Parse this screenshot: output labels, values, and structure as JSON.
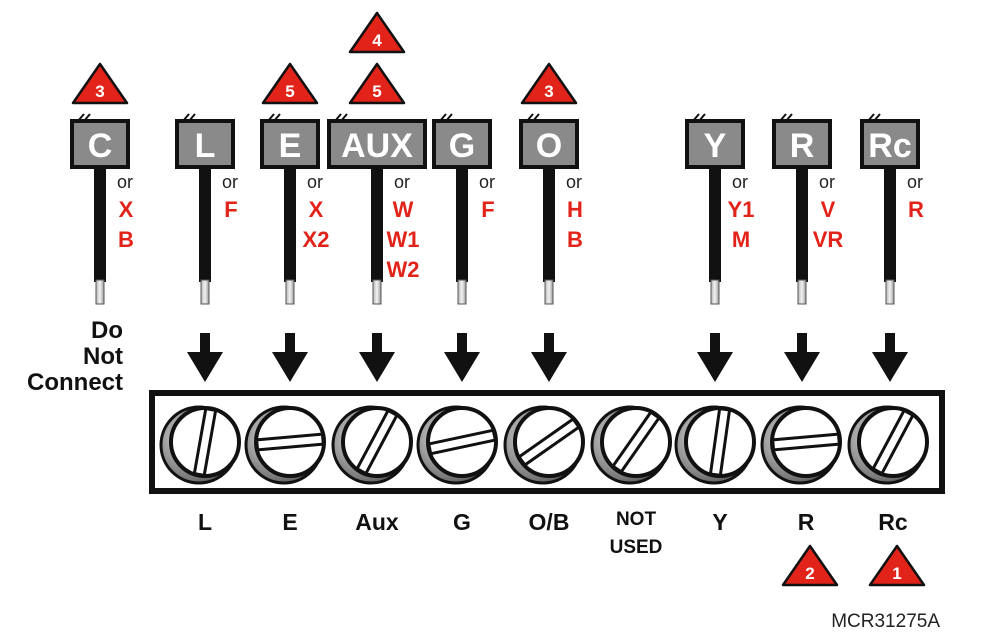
{
  "wires": [
    {
      "label": "C",
      "or": "or",
      "alts": [
        "X",
        "B"
      ],
      "badges": [
        "3"
      ],
      "arrow": false
    },
    {
      "label": "L",
      "or": "or",
      "alts": [
        "F"
      ],
      "badges": [],
      "arrow": true
    },
    {
      "label": "E",
      "or": "or",
      "alts": [
        "X",
        "X2"
      ],
      "badges": [
        "5"
      ],
      "arrow": true
    },
    {
      "label": "AUX",
      "or": "or",
      "alts": [
        "W",
        "W1",
        "W2"
      ],
      "badges": [
        "4",
        "5"
      ],
      "arrow": true
    },
    {
      "label": "G",
      "or": "or",
      "alts": [
        "F"
      ],
      "badges": [],
      "arrow": true
    },
    {
      "label": "O",
      "or": "or",
      "alts": [
        "H",
        "B"
      ],
      "badges": [
        "3"
      ],
      "arrow": true
    },
    {
      "label": "Y",
      "or": "or",
      "alts": [
        "Y1",
        "M"
      ],
      "badges": [],
      "arrow": true
    },
    {
      "label": "R",
      "or": "or",
      "alts": [
        "V",
        "VR"
      ],
      "badges": [],
      "arrow": true
    },
    {
      "label": "Rc",
      "or": "or",
      "alts": [
        "R"
      ],
      "badges": [],
      "arrow": true
    }
  ],
  "do_not_connect": [
    "Do",
    "Not",
    "Connect"
  ],
  "terminals": [
    {
      "label": "L",
      "badge": ""
    },
    {
      "label": "E",
      "badge": ""
    },
    {
      "label": "Aux",
      "badge": ""
    },
    {
      "label": "G",
      "badge": ""
    },
    {
      "label": "O/B",
      "badge": ""
    },
    {
      "label": "NOT USED",
      "badge": ""
    },
    {
      "label": "Y",
      "badge": ""
    },
    {
      "label": "R",
      "badge": "2"
    },
    {
      "label": "Rc",
      "badge": "1"
    }
  ],
  "figure_code": "MCR31275A",
  "colors": {
    "tag_fill": "#8a8a8a",
    "accent_red": "#e2231a",
    "wire": "#111111",
    "text": "#111111"
  }
}
